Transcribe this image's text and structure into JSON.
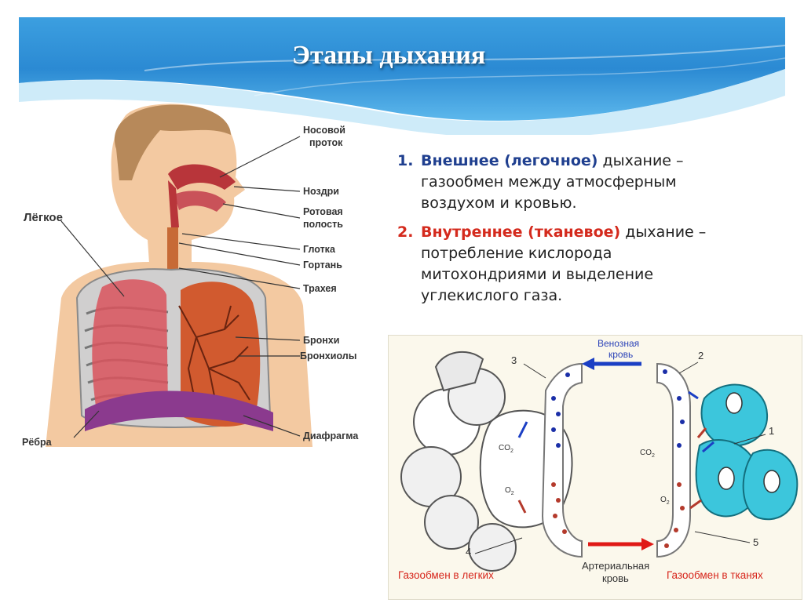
{
  "slide": {
    "title": "Этапы дыхания"
  },
  "anatomy": {
    "labels": {
      "nasal_passage_1": "Носовой",
      "nasal_passage_2": "проток",
      "nostrils": "Ноздри",
      "oral_cavity_1": "Ротовая",
      "oral_cavity_2": "полость",
      "pharynx": "Глотка",
      "larynx": "Гортань",
      "trachea": "Трахея",
      "bronchi": "Бронхи",
      "bronchioles": "Бронхиолы",
      "diaphragm": "Диафрагма",
      "lung": "Лёгкое",
      "ribs": "Рёбра"
    }
  },
  "list": {
    "items": [
      {
        "number": "1.",
        "term": "Внешнее (легочное)",
        "rest": " дыхание –",
        "line2": "газообмен между атмосферным",
        "line3": "воздухом и кровью.",
        "line4": ""
      },
      {
        "number": "2.",
        "term": "Внутреннее (тканевое)",
        "rest": " дыхание –",
        "line2": "потребление кислорода",
        "line3": "митохондриями и выделение",
        "line4": "углекислого газа."
      }
    ]
  },
  "gas_exchange": {
    "venous_1": "Венозная",
    "venous_2": "кровь",
    "arterial_1": "Артериальная",
    "arterial_2": "кровь",
    "lungs_caption": "Газообмен в легких",
    "tissues_caption": "Газообмен в тканях",
    "co2": "CO",
    "o2": "O",
    "sub2": "2",
    "n1": "1",
    "n2": "2",
    "n3": "3",
    "n4": "4",
    "n5": "5"
  },
  "colors": {
    "header_blue": "#2e8ed6",
    "accent_blue": "#1f3f8f",
    "accent_red": "#d42a1d",
    "cell_cyan": "#3cc6dc"
  }
}
